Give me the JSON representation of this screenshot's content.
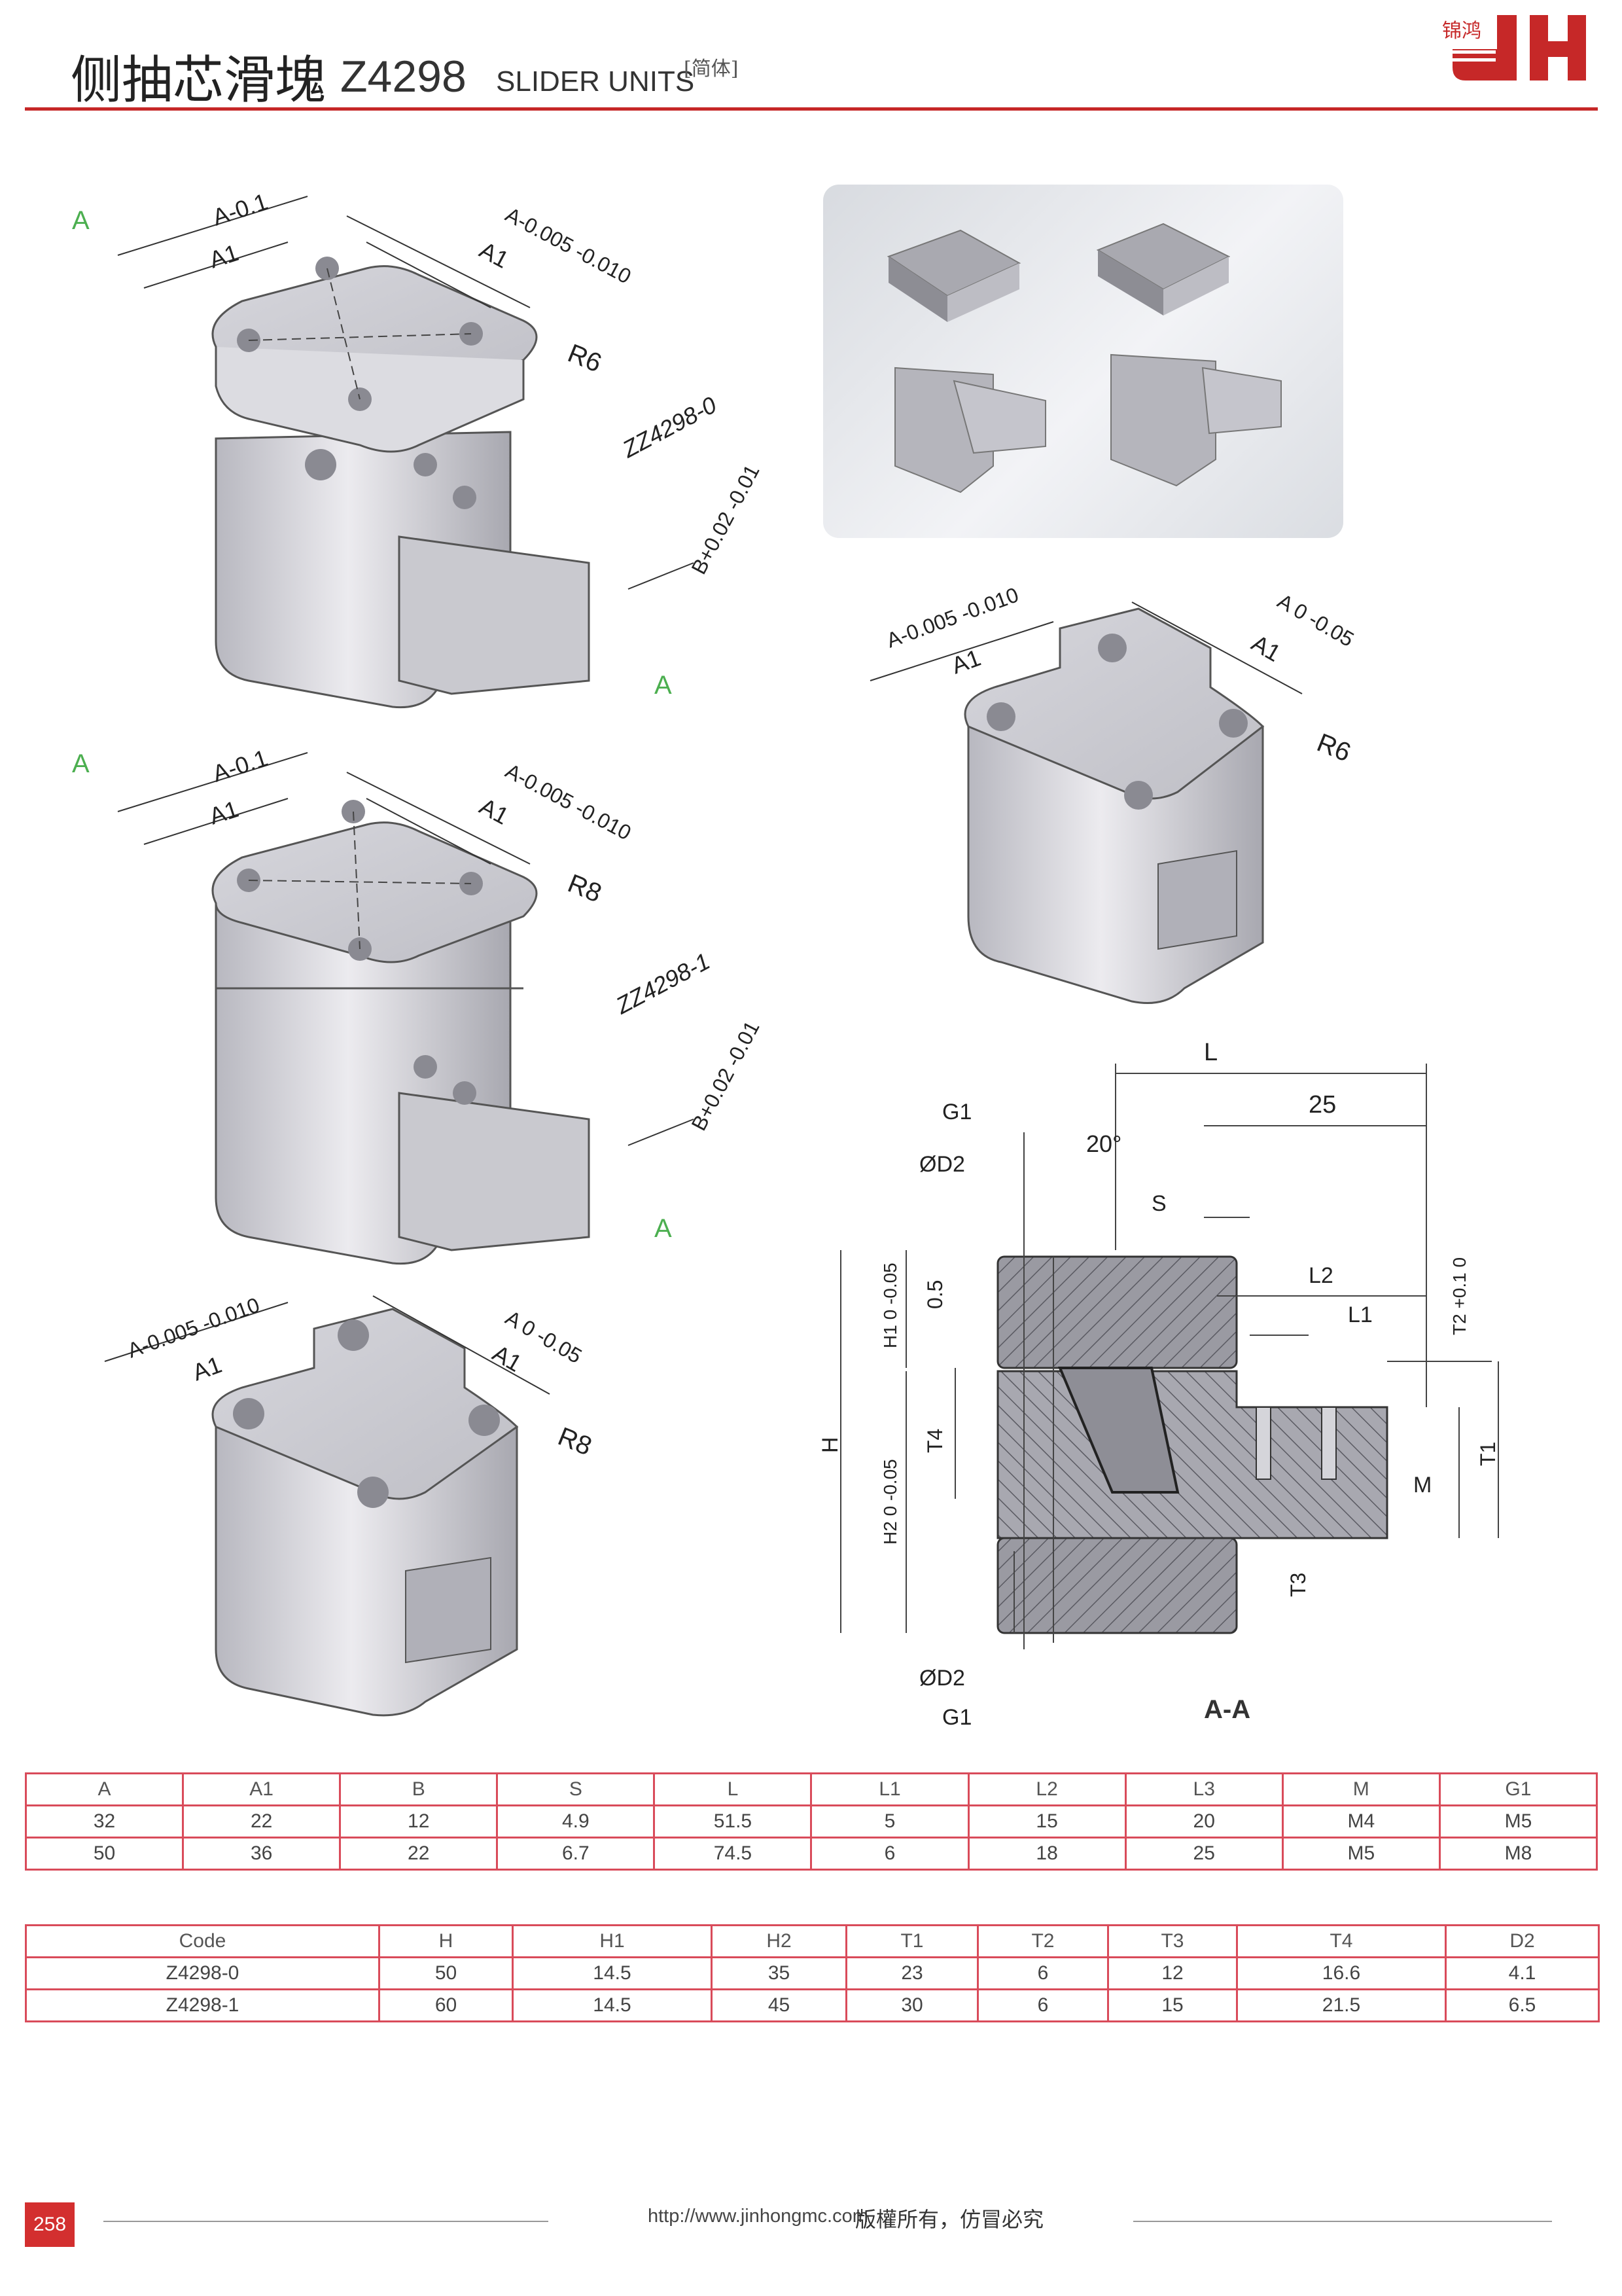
{
  "header": {
    "title_cn": "侧抽芯滑塊",
    "code": "Z4298",
    "title_en": "SLIDER UNITS",
    "tag": "[简体]",
    "accent_color": "#c62828"
  },
  "logo": {
    "brand_cn": "锦鸿",
    "mark": "JH"
  },
  "drawings": {
    "top_left": {
      "model": "ZZ4298-0",
      "dims": {
        "a_tol": "A-0.1",
        "a_tol2": "A-0.005 -0.010",
        "a1": "A1",
        "a1b": "A1",
        "radius": "R6",
        "b_tol": "B+0.02 -0.01",
        "section_a": "A",
        "section_a2": "A"
      }
    },
    "mid_left": {
      "model": "ZZ4298-1",
      "dims": {
        "a_tol": "A-0.1",
        "a_tol2": "A-0.005 -0.010",
        "a1": "A1",
        "a1b": "A1",
        "radius": "R8",
        "b_tol": "B+0.02 -0.01",
        "section_a": "A",
        "section_a2": "A"
      }
    },
    "bottom_left": {
      "dims": {
        "a_tol": "A-0.005 -0.010",
        "a1": "A1",
        "a_tol2": "A 0 -0.05",
        "a1b": "A1",
        "radius": "R8"
      }
    },
    "right_mid": {
      "dims": {
        "a_tol": "A-0.005 -0.010",
        "a1": "A1",
        "a_tol2": "A 0 -0.05",
        "a1b": "A1",
        "radius": "R6"
      }
    },
    "section": {
      "title": "A-A",
      "labels": {
        "L": "L",
        "25": "25",
        "g1_top": "G1",
        "d2_top": "ØD2",
        "angle": "20°",
        "S": "S",
        "L2": "L2",
        "L1": "L1",
        "T2": "T2 +0.1 0",
        "T1": "T1",
        "M": "M",
        "H": "H",
        "H1": "H1 0 -0.05",
        "H2": "H2 0 -0.05",
        "half": "0.5",
        "T4": "T4",
        "T3": "T3",
        "d2_bot": "ØD2",
        "g1_bot": "G1"
      }
    }
  },
  "table1": {
    "headers": [
      "A",
      "A1",
      "B",
      "S",
      "L",
      "L1",
      "L2",
      "L3",
      "M",
      "G1"
    ],
    "rows": [
      [
        "32",
        "22",
        "12",
        "4.9",
        "51.5",
        "5",
        "15",
        "20",
        "M4",
        "M5"
      ],
      [
        "50",
        "36",
        "22",
        "6.7",
        "74.5",
        "6",
        "18",
        "25",
        "M5",
        "M8"
      ]
    ]
  },
  "table2": {
    "headers": [
      "Code",
      "H",
      "H1",
      "H2",
      "T1",
      "T2",
      "T3",
      "T4",
      "D2"
    ],
    "rows": [
      [
        "Z4298-0",
        "50",
        "14.5",
        "35",
        "23",
        "6",
        "12",
        "16.6",
        "4.1"
      ],
      [
        "Z4298-1",
        "60",
        "14.5",
        "45",
        "30",
        "6",
        "15",
        "21.5",
        "6.5"
      ]
    ]
  },
  "footer": {
    "page": "258",
    "url": "http://www.jinhongmc.com",
    "copyright": "版權所有，仿冒必究"
  }
}
